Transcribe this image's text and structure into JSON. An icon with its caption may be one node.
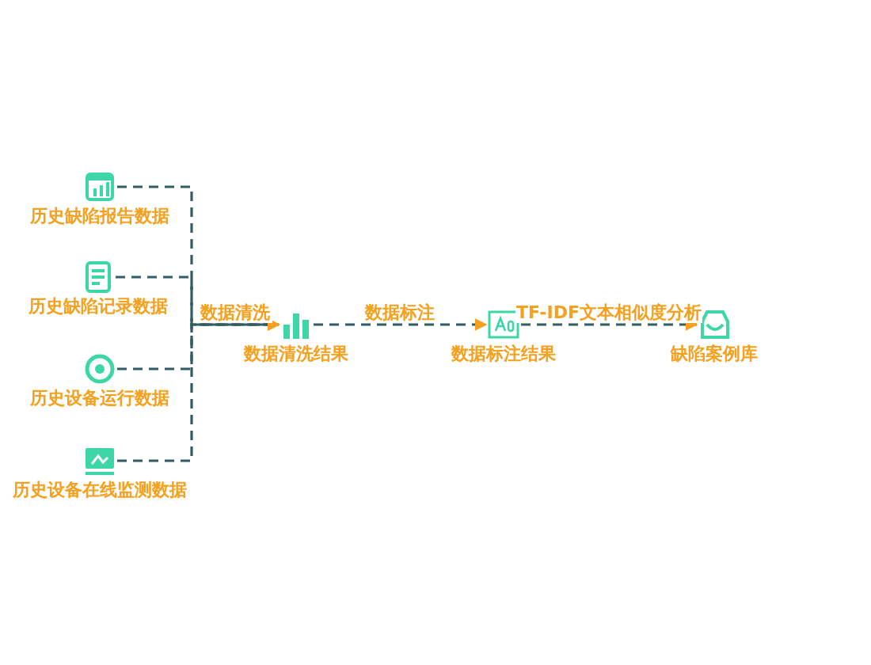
{
  "diagram": {
    "nodes": [
      {
        "text": [
          "历史缺陷报告数据"
        ]
      },
      {
        "text": [
          "历史缺陷记录数据"
        ]
      },
      {
        "text": [
          "历史设备运行数据"
        ]
      },
      {
        "text": [
          "历史设备在线监测数据"
        ]
      },
      {
        "text": [
          "数据清洗结果"
        ]
      },
      {
        "text": [
          "数据标注结果"
        ]
      },
      {
        "text": [
          "缺陷案例库"
        ]
      }
    ],
    "edges": [
      {
        "from": 0,
        "to": 4,
        "arrow": "to",
        "style": "dashed",
        "label": "数据清洗"
      },
      {
        "from": 1,
        "to": 4,
        "arrow": "to",
        "style": "dashed"
      },
      {
        "from": 2,
        "to": 4,
        "arrow": "to",
        "style": "dashed"
      },
      {
        "from": 3,
        "to": 4,
        "arrow": "to",
        "style": "dashed"
      },
      {
        "from": 4,
        "to": 5,
        "arrow": "to",
        "style": "dashed",
        "label": "数据标注"
      },
      {
        "from": 5,
        "to": 6,
        "arrow": "to",
        "style": "dashed",
        "label": "TF-IDF文本相似度分析"
      }
    ]
  }
}
